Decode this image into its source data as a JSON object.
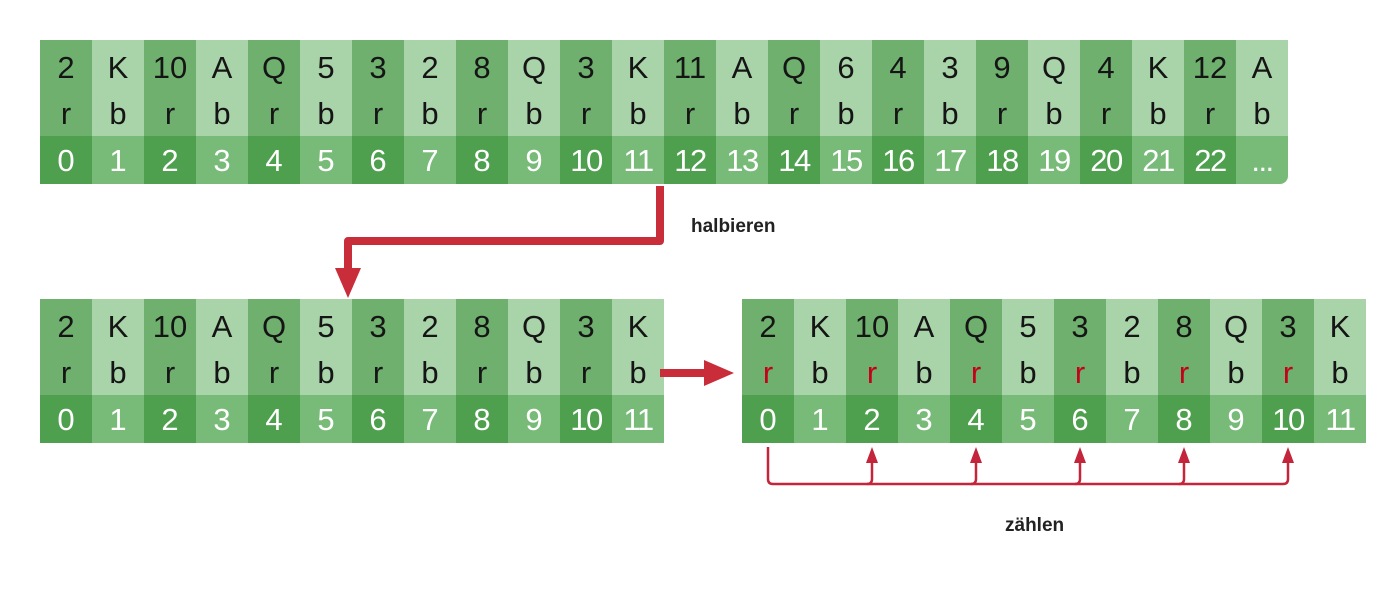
{
  "top_array": {
    "values": [
      "2",
      "K",
      "10",
      "A",
      "Q",
      "5",
      "3",
      "2",
      "8",
      "Q",
      "3",
      "K",
      "11",
      "A",
      "Q",
      "6",
      "4",
      "3",
      "9",
      "Q",
      "4",
      "K",
      "12",
      "A"
    ],
    "colors": [
      "r",
      "b",
      "r",
      "b",
      "r",
      "b",
      "r",
      "b",
      "r",
      "b",
      "r",
      "b",
      "r",
      "b",
      "r",
      "b",
      "r",
      "b",
      "r",
      "b",
      "r",
      "b",
      "r",
      "b"
    ],
    "indices": [
      "0",
      "1",
      "2",
      "3",
      "4",
      "5",
      "6",
      "7",
      "8",
      "9",
      "10",
      "11",
      "12",
      "13",
      "14",
      "15",
      "16",
      "17",
      "18",
      "19",
      "20",
      "21",
      "22",
      "..."
    ]
  },
  "halved_array": {
    "values": [
      "2",
      "K",
      "10",
      "A",
      "Q",
      "5",
      "3",
      "2",
      "8",
      "Q",
      "3",
      "K"
    ],
    "colors": [
      "r",
      "b",
      "r",
      "b",
      "r",
      "b",
      "r",
      "b",
      "r",
      "b",
      "r",
      "b"
    ],
    "indices": [
      "0",
      "1",
      "2",
      "3",
      "4",
      "5",
      "6",
      "7",
      "8",
      "9",
      "10",
      "11"
    ]
  },
  "counted_array": {
    "values": [
      "2",
      "K",
      "10",
      "A",
      "Q",
      "5",
      "3",
      "2",
      "8",
      "Q",
      "3",
      "K"
    ],
    "colors": [
      "r",
      "b",
      "r",
      "b",
      "r",
      "b",
      "r",
      "b",
      "r",
      "b",
      "r",
      "b"
    ],
    "indices": [
      "0",
      "1",
      "2",
      "3",
      "4",
      "5",
      "6",
      "7",
      "8",
      "9",
      "10",
      "11"
    ],
    "highlighted_color": "r",
    "highlight_text_color": "#c4001b",
    "dark_cell_color": "#4ea04e"
  },
  "labels": {
    "halve": "halbieren",
    "count": "zählen"
  },
  "arrow_color": "#c92d39",
  "bracket_color": "#c4253a"
}
